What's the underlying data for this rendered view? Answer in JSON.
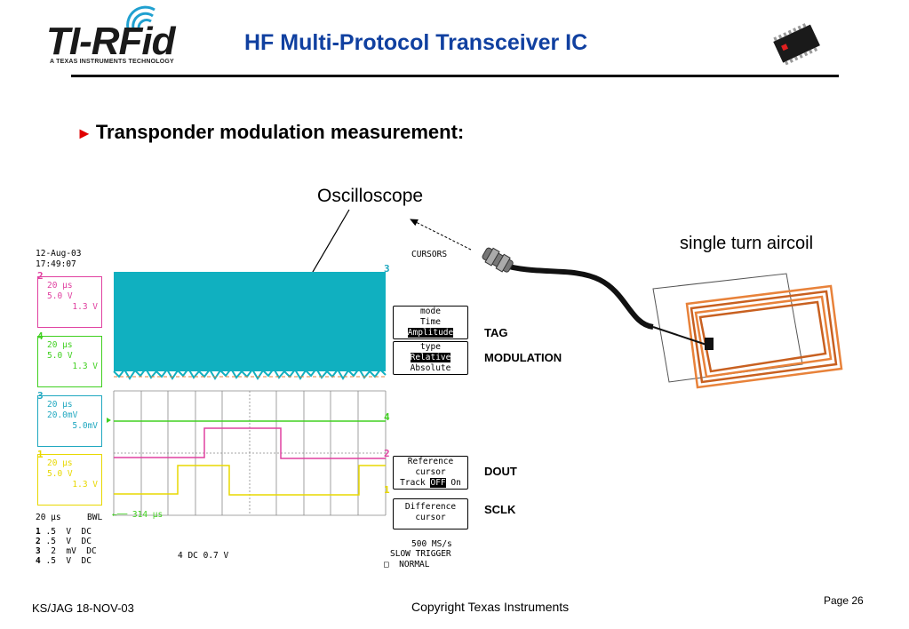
{
  "header": {
    "logo_text": "TI-RFid",
    "logo_sub": "A TEXAS INSTRUMENTS TECHNOLOGY",
    "title": "HF Multi-Protocol Transceiver IC"
  },
  "slide": {
    "bullet": "Transponder modulation measurement:",
    "osc_label": "Oscilloscope",
    "coil_label": "single turn aircoil",
    "signals": {
      "tag": "TAG",
      "modulation": "MODULATION",
      "dout": "DOUT",
      "sclk": "SCLK"
    }
  },
  "scope": {
    "date": "12-Aug-03",
    "time": "17:49:07",
    "mode_header": "CURSORS",
    "channels": [
      {
        "num": "2",
        "line1": "20 µs",
        "line2": "5.0 V",
        "line3": "1.3 V",
        "color": "#e040a0"
      },
      {
        "num": "4",
        "line1": "20 µs",
        "line2": "5.0 V",
        "line3": "1.3 V",
        "color": "#40d020"
      },
      {
        "num": "3",
        "line1": "20 µs",
        "line2": "20.0mV",
        "line3": "5.0mV",
        "color": "#20a8c0"
      },
      {
        "num": "1",
        "line1": "20 µs",
        "line2": "5.0 V",
        "line3": "1.3 V",
        "color": "#e8d800"
      }
    ],
    "timebase": "20 µs",
    "bwl": "BWL",
    "delta": "314 µs",
    "ch_settings": [
      {
        "num": "1",
        "text": ".5  V  DC"
      },
      {
        "num": "2",
        "text": ".5  V  DC"
      },
      {
        "num": "3",
        "text": " 2  mV  DC"
      },
      {
        "num": "4",
        "text": ".5  V  DC"
      }
    ],
    "trigger": "4 DC 0.7 V",
    "mode_box": {
      "title": "mode",
      "opt1": "Time",
      "opt2": "Amplitude"
    },
    "type_box": {
      "title": "type",
      "opt1": "Relative",
      "opt2": "Absolute"
    },
    "ref_box": {
      "title": "Reference",
      "line1": "cursor",
      "track": "Track",
      "off": "OFF",
      "on": "On"
    },
    "diff_box": {
      "line1": "Difference",
      "line2": "cursor"
    },
    "sample_rate": "500 MS/s",
    "slow_trigger": "SLOW TRIGGER",
    "normal": "NORMAL"
  },
  "footer": {
    "left": "KS/JAG  18-NOV-03",
    "center": "Copyright Texas Instruments",
    "right": "Page 26"
  },
  "colors": {
    "title_blue": "#1040a0",
    "bullet_red": "#e00000",
    "coil_orange": "#e8823a",
    "scope_teal": "#10b0c0"
  }
}
